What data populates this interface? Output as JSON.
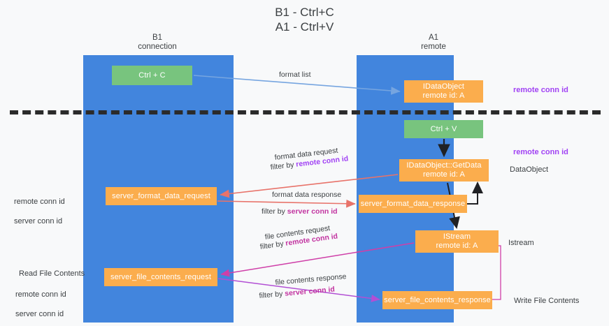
{
  "title": "B1 - Ctrl+C\nA1 - Ctrl+V",
  "lanes": [
    {
      "name": "b1",
      "header": "B1\nconnection"
    },
    {
      "name": "a1",
      "header": "A1\nremote"
    }
  ],
  "nodes": {
    "ctrl_c": "Ctrl + C",
    "idataobject": "IDataObject\nremote id: A",
    "ctrl_v": "Ctrl + V",
    "getdata": "IDataObject::GetData\nremote id: A",
    "server_format_data_request": "server_format_data_request",
    "server_format_data_response": "server_format_data_response",
    "istream": "IStream\nremote id: A",
    "server_file_contents_request": "server_file_contents_request",
    "server_file_contents_response": "server_file_contents_response"
  },
  "edges": {
    "format_list": "format list",
    "format_data_request": "format data request",
    "format_data_request_filter_prefix": "filter by ",
    "format_data_request_filter_key": "remote conn id",
    "format_data_response": "format data response",
    "format_data_response_filter_prefix": "filter by ",
    "format_data_response_filter_key": "server conn id",
    "file_contents_request": "file contents request",
    "file_contents_request_filter_prefix": "filter by ",
    "file_contents_request_filter_key": "remote conn id",
    "file_contents_response": "file contents response",
    "file_contents_response_filter_prefix": "filter by ",
    "file_contents_response_filter_key": "server conn id"
  },
  "annotations": {
    "remote_conn_id_top": "remote conn id",
    "remote_conn_id_mid": "remote conn id",
    "dataobject": "DataObject",
    "istream": "Istream",
    "write_file_contents": "Write File Contents",
    "read_file_contents": "Read File Contents",
    "left_remote_conn_id": "remote conn id",
    "left_server_conn_id": "server conn id",
    "left_remote_conn_id_2": "remote conn id",
    "left_server_conn_id_2": "server conn id"
  },
  "colors": {
    "lane": "#4285dd",
    "green_node": "#78c47e",
    "orange_node": "#fbad4d",
    "purple_text": "#a142f4",
    "green_text": "#6aa84f",
    "magenta_text": "#c233a0",
    "arrow_blue": "#76a5e0",
    "arrow_red": "#e8736a",
    "arrow_magenta": "#cf3fa8",
    "arrow_purple": "#b24fd4",
    "arrow_black": "#202124",
    "divider": "#2b2b2b",
    "background": "#f8f9fa"
  }
}
